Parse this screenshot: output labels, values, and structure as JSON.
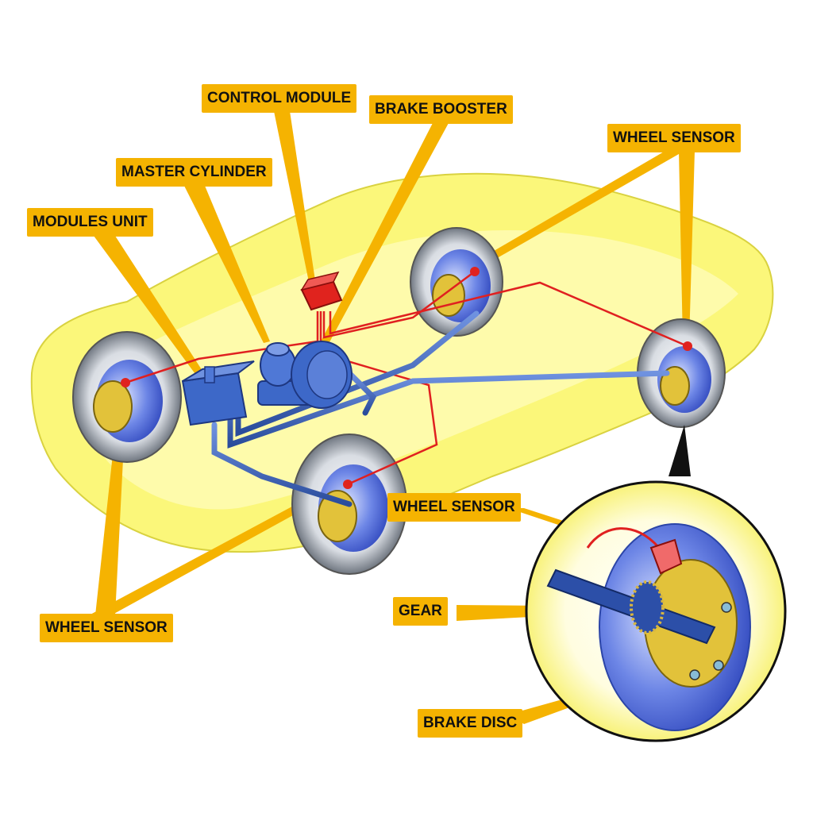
{
  "labels": {
    "control_module": "CONTROL MODULE",
    "brake_booster": "BRAKE BOOSTER",
    "master_cylinder": "MASTER CYLINDER",
    "modules_unit": "MODULES UNIT",
    "wheel_sensor_rear": "WHEEL SENSOR",
    "wheel_sensor_front": "WHEEL SENSOR",
    "wheel_sensor_detail": "WHEEL SENSOR",
    "gear": "GEAR",
    "brake_disc": "BRAKE DISC"
  },
  "colors": {
    "label_bg": "#f5b301",
    "car_body": "#fbf77a",
    "brake_line": "#3a66b8",
    "sensor_wire": "#e02020",
    "module_red": "#e0231e",
    "caliper": "#e2c23a",
    "disc": "#4f6fdc"
  }
}
